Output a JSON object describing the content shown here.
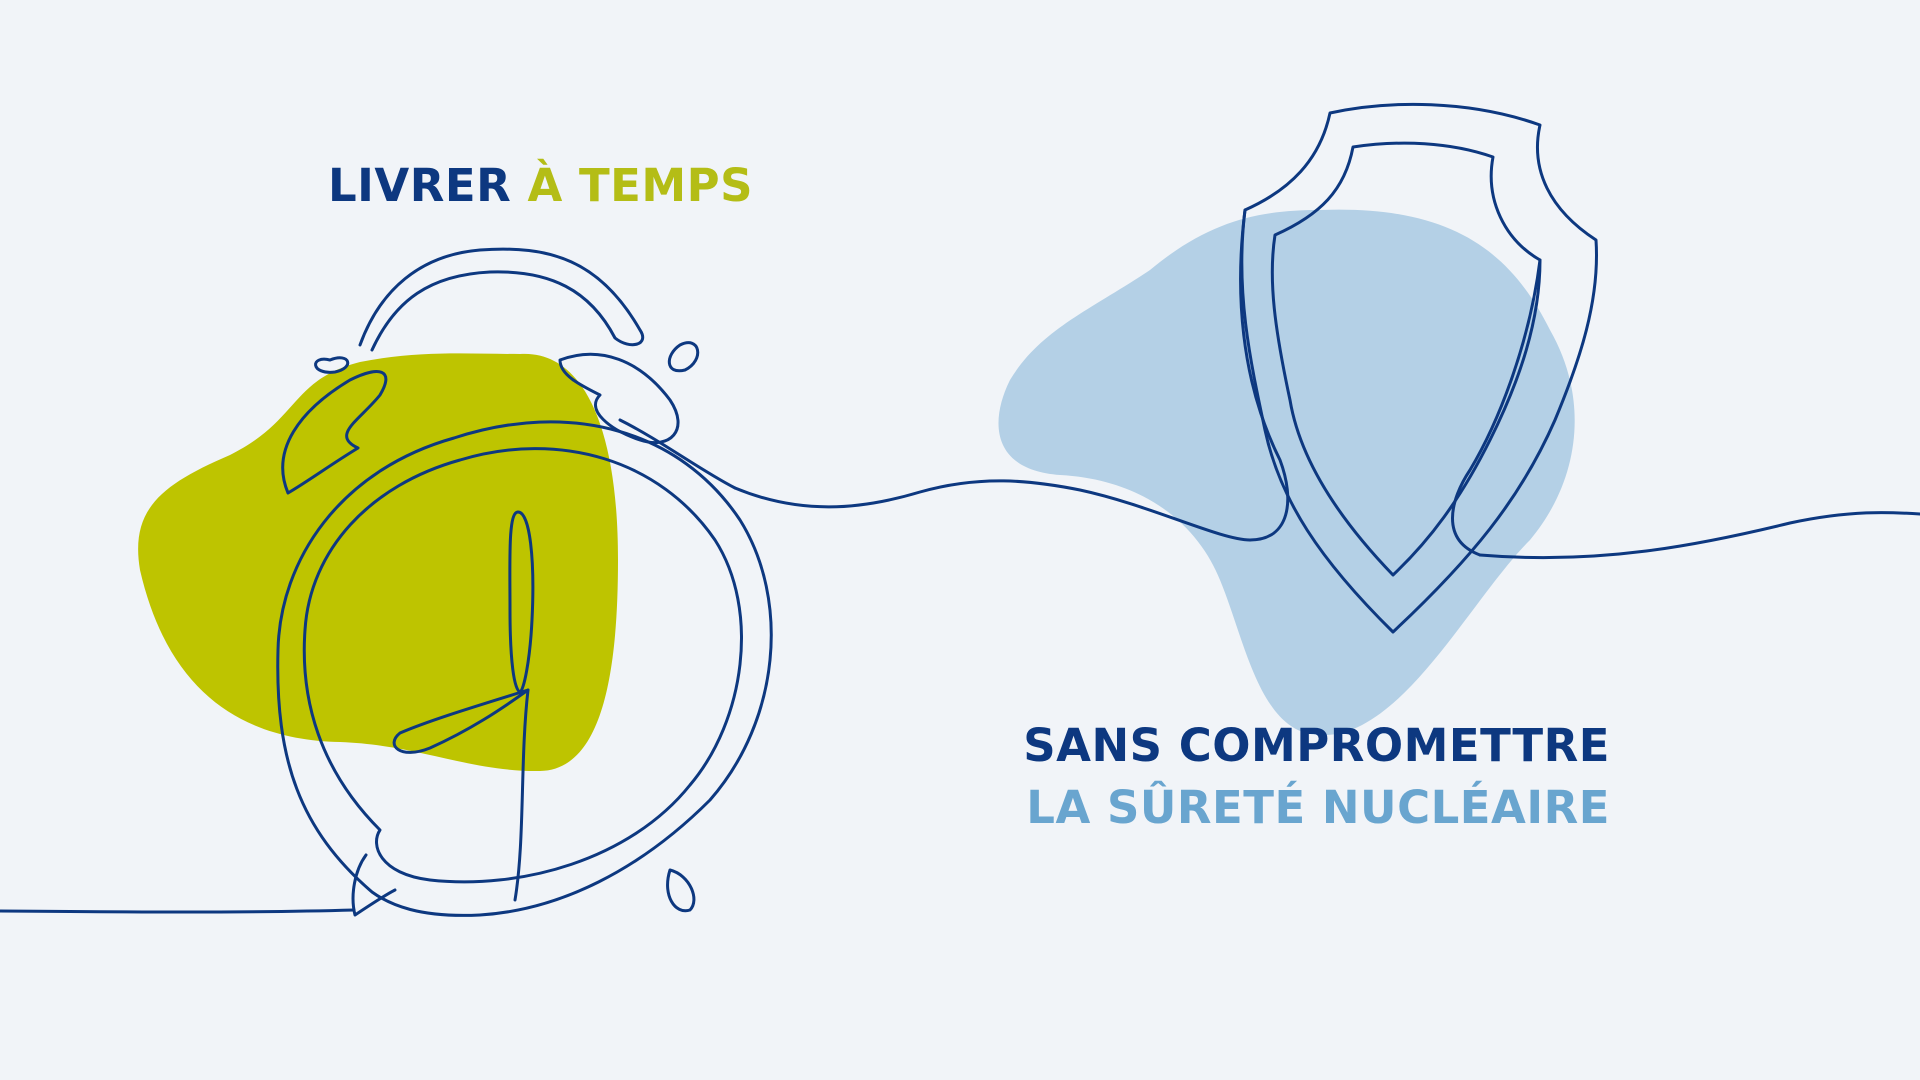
{
  "headline_left": {
    "part1": "LIVRER",
    "part2": "À TEMPS"
  },
  "headline_right": {
    "line1": "SANS COMPROMETTRE",
    "line2": "LA SÛRETÉ NUCLÉAIRE"
  },
  "colors": {
    "background": "#f1f4f8",
    "navy": "#0d3880",
    "lime": "#bec400",
    "light_blue": "#b4d0e6",
    "light_blue_text": "#69a5cf"
  },
  "icons": [
    "alarm-clock-icon",
    "shield-icon"
  ]
}
